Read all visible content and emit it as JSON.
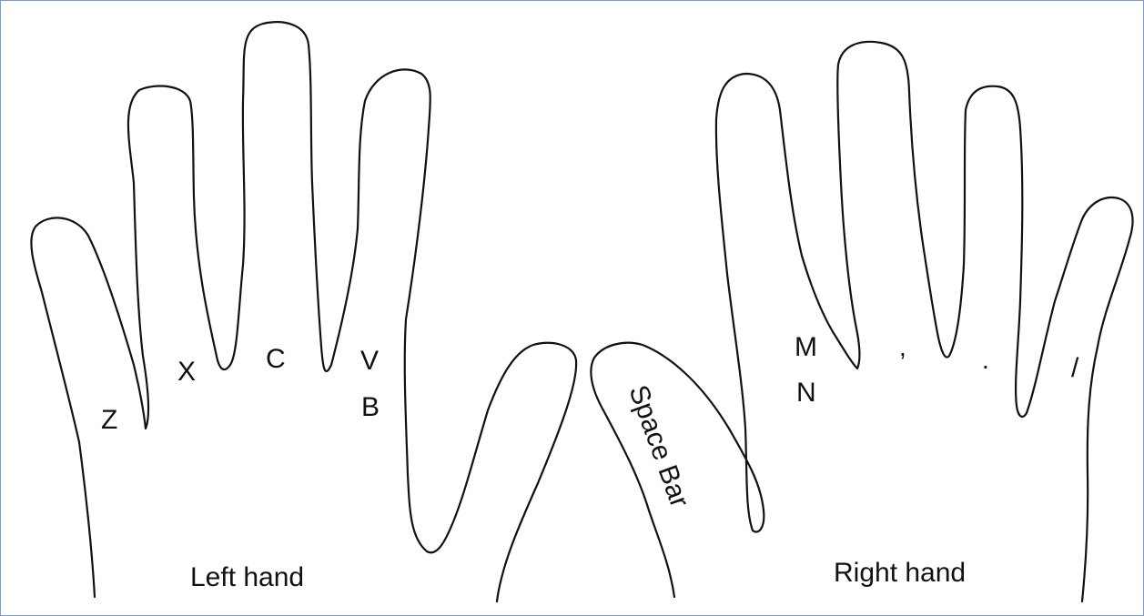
{
  "keys": {
    "z": "Z",
    "x": "X",
    "c": "C",
    "v": "V",
    "b": "B",
    "m": "M",
    "n": "N",
    "comma": ",",
    "period": ".",
    "slash": "/"
  },
  "space_bar": "Space Bar",
  "hands": {
    "left": "Left hand",
    "right": "Right hand"
  }
}
